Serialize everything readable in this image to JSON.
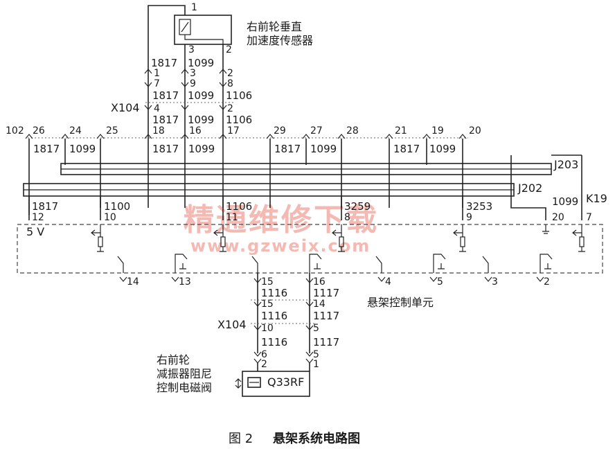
{
  "sensor": {
    "name_line1": "右前轮垂直",
    "name_line2": "加速度传感器",
    "pin_top": "1",
    "pin_left": "3",
    "pin_right": "2"
  },
  "x104_upper": {
    "label": "X104",
    "wire_top_a": "1817",
    "wire_top_b": "1099",
    "pins_top": [
      "1",
      "3",
      "2"
    ],
    "pins_bottom": [
      "7",
      "9",
      "8"
    ],
    "wire_mid_a": "1817",
    "wire_mid_b": "1099",
    "wire_mid_c": "1106",
    "pin_4": "4",
    "pin_2": "2",
    "wire_low_a": "1817",
    "wire_low_b": "1099",
    "wire_low_c": "1106"
  },
  "j203": {
    "label": "J203",
    "pins": [
      "26",
      "24",
      "25",
      "18",
      "16",
      "17",
      "29",
      "27",
      "28",
      "21",
      "19",
      "20"
    ],
    "left_label": "102",
    "wires": [
      "1817",
      "1099",
      "1817",
      "1099",
      "1817",
      "1099",
      "1817",
      "1099"
    ]
  },
  "j202": {
    "label": "J202"
  },
  "control_unit": {
    "name": "悬架控制单元",
    "top_wires": [
      "1817",
      "1100",
      "1106",
      "3259",
      "3253",
      "1099"
    ],
    "top_pins": [
      "12",
      "10",
      "11",
      "8",
      "9",
      "20",
      "7"
    ],
    "k19": "K19",
    "supply": "5 V",
    "bottom_pins": [
      "14",
      "13",
      "15",
      "16",
      "4",
      "5",
      "3",
      "2"
    ]
  },
  "x104_lower": {
    "label": "X104",
    "wires_a": [
      "1116",
      "1116",
      "1116"
    ],
    "wires_b": [
      "1117",
      "1117",
      "1117"
    ],
    "pins_a": [
      "15",
      "10",
      "6"
    ],
    "pins_b": [
      "14",
      "5",
      "5"
    ],
    "valve_pins": [
      "2",
      "1"
    ]
  },
  "valve": {
    "name_line1": "右前轮",
    "name_line2": "减振器阻尼",
    "name_line3": "控制电磁阀",
    "code": "Q33RF"
  },
  "watermark": {
    "cn": "精通维修下载",
    "url": "www.gzweix.com"
  },
  "caption": {
    "figure": "图 2",
    "title": "悬架系统电路图"
  }
}
